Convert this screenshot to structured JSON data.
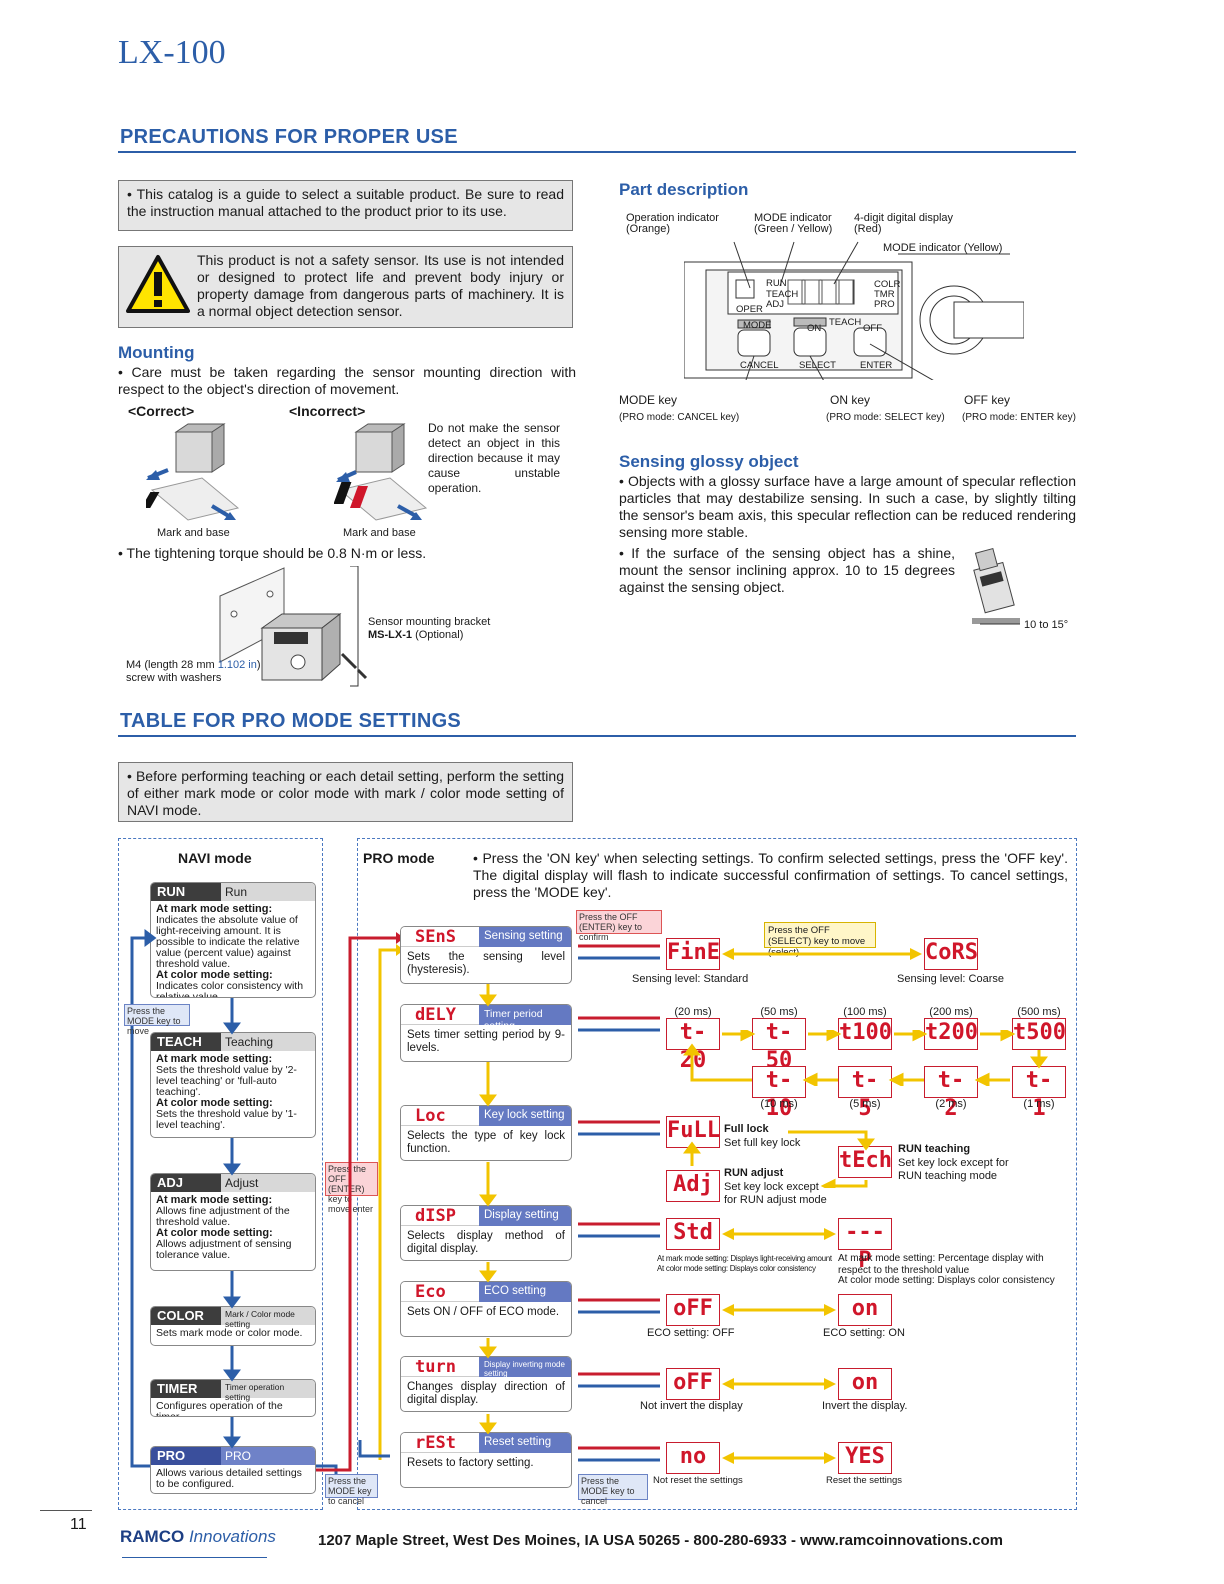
{
  "header": {
    "doc_title": "LX-100"
  },
  "precautions": {
    "title": "PRECAUTIONS FOR PROPER USE",
    "catalog_note": "• This catalog is a guide to select a suitable product. Be sure to read the instruction manual attached to the product prior to its use.",
    "warning": "This product is not a safety sensor. Its use is not intended or designed to protect life and prevent body injury or property damage from dangerous parts of machinery. It is a normal object detection sensor.",
    "mounting": {
      "title": "Mounting",
      "text1": "• Care must be taken regarding the sensor mounting direction with respect to the object's direction of movement.",
      "correct_label": "<Correct>",
      "incorrect_label": "<Incorrect>",
      "incorrect_note": "Do not make the sensor detect an object in this direction because it may cause unstable operation.",
      "mark_base_1": "Mark and base",
      "mark_base_2": "Mark and base",
      "torque": "• The tightening torque should be 0.8 N·m or less.",
      "bracket_label": "Sensor mounting bracket",
      "bracket_model": "MS-LX-1",
      "bracket_opt": "(Optional)",
      "screw_label_a": "M4 (length 28 mm ",
      "screw_label_in": "1.102 in",
      "screw_label_b": ")",
      "screw_label_2": "screw with washers"
    },
    "part_description": {
      "title": "Part description",
      "op_indicator": "Operation indicator",
      "op_indicator_color": "(Orange)",
      "mode_indicator": "MODE indicator",
      "mode_indicator_color": "(Green / Yellow)",
      "digital_display": "4-digit digital display",
      "digital_display_color": "(Red)",
      "mode_indicator_yellow": "MODE indicator (Yellow)",
      "device_labels": [
        "RUN",
        "TEACH",
        "ADJ",
        "OPER",
        "COLR",
        "TMR",
        "PRO",
        "MODE",
        "ON",
        "TEACH",
        "OFF",
        "CANCEL",
        "SELECT",
        "ENTER"
      ],
      "mode_key": "MODE key",
      "mode_key_sub": "(PRO mode: CANCEL key)",
      "on_key": "ON key",
      "on_key_sub": "(PRO mode: SELECT key)",
      "off_key": "OFF key",
      "off_key_sub": "(PRO mode: ENTER key)"
    },
    "glossy": {
      "title": "Sensing glossy object",
      "text1": "• Objects with a glossy surface have a large amount of specular reflection particles that may destabilize sensing. In such a case, by slightly tilting the sensor's beam axis, this specular reflection can be reduced rendering sensing more stable.",
      "text2": "• If the surface of the sensing object has a shine, mount the sensor inclining approx. 10 to 15 degrees against the sensing object.",
      "angle_label": "10 to 15°"
    }
  },
  "pro_table": {
    "title": "TABLE FOR PRO MODE SETTINGS",
    "note": "• Before performing teaching or each detail setting, perform the setting of either mark mode or color mode with mark / color mode setting of NAVI mode.",
    "navi_title": "NAVI mode",
    "navi_items": [
      {
        "key": "RUN",
        "name": "Run",
        "body": [
          [
            "At mark mode setting:",
            "b"
          ],
          [
            "Indicates the absolute value of light-receiving amount. It is possible to indicate the relative value (percent value) against threshold value.",
            ""
          ],
          [
            "At color mode setting:",
            "b"
          ],
          [
            "Indicates color consistency with relative value.",
            ""
          ]
        ]
      },
      {
        "key": "TEACH",
        "name": "Teaching",
        "body": [
          [
            "At mark mode setting:",
            "b"
          ],
          [
            "Sets the threshold value by '2-level teaching' or 'full-auto teaching'.",
            ""
          ],
          [
            "At color mode setting:",
            "b"
          ],
          [
            "Sets the threshold value by '1-level teaching'.",
            ""
          ]
        ]
      },
      {
        "key": "ADJ",
        "name": "Adjust",
        "body": [
          [
            "At mark mode setting:",
            "b"
          ],
          [
            "Allows fine adjustment of the threshold value.",
            ""
          ],
          [
            "At color mode setting:",
            "b"
          ],
          [
            "Allows adjustment of sensing tolerance value.",
            ""
          ]
        ]
      },
      {
        "key": "COLOR",
        "name": "Mark / Color mode setting",
        "body": [
          [
            "Sets mark mode or color mode.",
            ""
          ]
        ]
      },
      {
        "key": "TIMER",
        "name": "Timer operation setting",
        "body": [
          [
            "Configures operation of the timer.",
            ""
          ]
        ]
      },
      {
        "key": "PRO",
        "name": "PRO",
        "body": [
          [
            "Allows various detailed settings to be configured.",
            ""
          ]
        ]
      }
    ],
    "navi_press_mode": "Press the MODE key to move",
    "press_off_enter_move": "Press the OFF (ENTER) key to move enter",
    "press_mode_cancel_left": "Press the MODE key to cancel",
    "pro_title": "PRO mode",
    "pro_instructions": "• Press the 'ON key' when selecting settings. To confirm selected settings, press the 'OFF key'. The digital display will flash to indicate successful confirmation of settings. To cancel settings, press the 'MODE key'.",
    "press_off_enter_confirm": "Press the OFF (ENTER) key to confirm",
    "press_off_select_move": "Press the OFF (SELECT) key to move (select)",
    "press_mode_cancel": "Press the MODE key to cancel",
    "settings": [
      {
        "code": "SEnS",
        "name": "Sensing setting",
        "desc": "Sets the sensing level (hysteresis)."
      },
      {
        "code": "dELY",
        "name": "Timer period setting",
        "desc": "Sets timer setting period by 9-levels."
      },
      {
        "code": "Loc",
        "name": "Key lock setting",
        "desc": "Selects the type of key lock function."
      },
      {
        "code": "dISP",
        "name": "Display setting",
        "desc": "Selects display method of digital display."
      },
      {
        "code": "Eco",
        "name": "ECO setting",
        "desc": "Sets ON / OFF of ECO mode."
      },
      {
        "code": "turn",
        "name": "Display inverting mode setting",
        "desc": "Changes display direction of digital display."
      },
      {
        "code": "rESt",
        "name": "Reset setting",
        "desc": "Resets to factory setting."
      }
    ],
    "sens": {
      "a": "FinE",
      "a_label": "Sensing level: Standard",
      "b": "CoRS",
      "b_label": "Sensing level: Coarse"
    },
    "timer_top": [
      {
        "d": "t-20",
        "l": "(20 ms)"
      },
      {
        "d": "t-50",
        "l": "(50 ms)"
      },
      {
        "d": "t100",
        "l": "(100 ms)"
      },
      {
        "d": "t200",
        "l": "(200 ms)"
      },
      {
        "d": "t500",
        "l": "(500 ms)"
      }
    ],
    "timer_bottom": [
      {
        "d": "t-10",
        "l": "(10 ms)"
      },
      {
        "d": "t- 5",
        "l": "(5 ms)"
      },
      {
        "d": "t- 2",
        "l": "(2 ms)"
      },
      {
        "d": "t- 1",
        "l": "(1 ms)"
      }
    ],
    "lock": {
      "full": "FuLL",
      "full_title": "Full lock",
      "full_desc": "Set full key lock",
      "teach": "tEch",
      "teach_title": "RUN teaching",
      "teach_desc": "Set key lock except for RUN teaching mode",
      "adj": "Adj",
      "adj_title": "RUN adjust",
      "adj_desc": "Set key lock except for RUN adjust mode"
    },
    "disp": {
      "a": "Std",
      "a_desc_1": "At mark mode setting: Displays light-receiving amount",
      "a_desc_2": "At color mode setting: Displays color consistency",
      "b": "---P",
      "b_desc_1": "At mark mode setting: Percentage display with respect to the threshold value",
      "b_desc_2": "At color mode setting: Displays color consistency"
    },
    "eco": {
      "a": "oFF",
      "a_label": "ECO setting: OFF",
      "b": "on",
      "b_label": "ECO setting: ON"
    },
    "turn": {
      "a": "oFF",
      "a_label": "Not invert the display",
      "b": "on",
      "b_label": "Invert the display."
    },
    "reset": {
      "a": "no",
      "a_label": "Not reset the settings",
      "b": "YES",
      "b_label": "Reset the settings"
    }
  },
  "footer": {
    "page_number": "11",
    "brand_a": "RAMCO",
    "brand_b": " Innovations",
    "address": "1207 Maple Street, West Des Moines, IA USA 50265 - 800-280-6933 - www.ramcoinnovations.com"
  },
  "colors": {
    "accent": "#2c5ea8",
    "seg_red": "#d0162a",
    "flow_yellow": "#f2c400",
    "flow_red": "#c81d2e",
    "flow_blue": "#2c5ea8"
  }
}
